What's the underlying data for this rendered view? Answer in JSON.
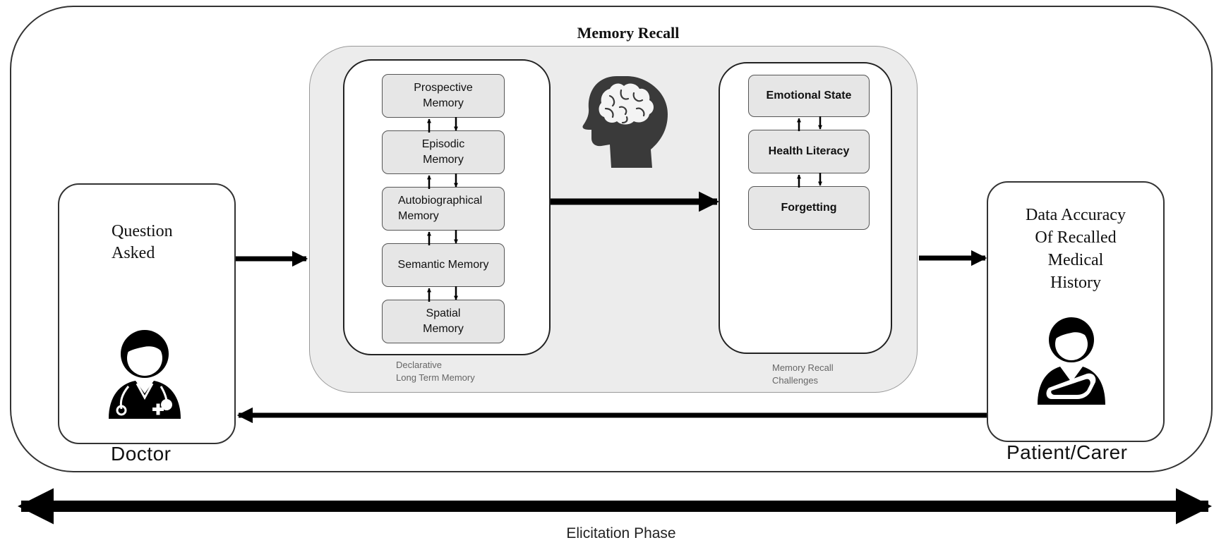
{
  "title": "Memory Recall",
  "doctor": {
    "label": "Doctor",
    "question_line1": "Question",
    "question_line2": "Asked",
    "icon": "doctor-icon"
  },
  "patient": {
    "label": "Patient/Carer",
    "accuracy_line1": "Data Accuracy",
    "accuracy_line2": "Of Recalled",
    "accuracy_line3": "Medical",
    "accuracy_line4": "History",
    "icon": "patient-injured-arm-icon"
  },
  "declarative": {
    "caption_line1": "Declarative",
    "caption_line2": "Long Term Memory",
    "memories": [
      {
        "line1": "Prospective",
        "line2": "Memory"
      },
      {
        "line1": "Episodic",
        "line2": "Memory"
      },
      {
        "line1": "Autobiographical",
        "line2": "Memory"
      },
      {
        "line1": "Semantic Memory",
        "line2": ""
      },
      {
        "line1": "Spatial",
        "line2": "Memory"
      }
    ]
  },
  "challenges": {
    "caption_line1": "Memory Recall",
    "caption_line2": "Challenges",
    "items": [
      "Emotional State",
      "Health Literacy",
      "Forgetting"
    ]
  },
  "brain_icon": "head-brain-icon",
  "phase_label": "Elicitation Phase"
}
